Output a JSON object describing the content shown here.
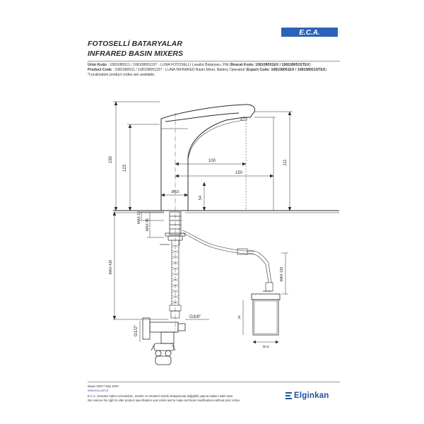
{
  "header": {
    "title_tr": "FOTOSELLİ BATARYALAR",
    "title_en": "INFRARED BASIN MIXERS",
    "logo_text": "E.C.A."
  },
  "info": {
    "tr_label": "Ürün Kodu",
    "tr_text": "1081080511 / 10810805115T - LUNA FOTOSELLİ Lavabo Bataryası, Pilli",
    "tr_export_label": "İhracat Kodu",
    "tr_export_codes": "108108051EX / 108108051STEX",
    "en_label": "Product Code",
    "en_text": "1081080511 / 10810805115T - LUNA INFRARED Basin Mixer, Battery Operated",
    "en_export_label": "Export Code",
    "en_export_codes": "108108051EX / 108108051STEX",
    "note": "*Localization product codes are available."
  },
  "dimensions": {
    "d100": "100",
    "d150": "150",
    "d150_vert": "150",
    "d123": "123",
    "d111": "111",
    "d54": "54",
    "d20": "Ø53",
    "max10": "MAX 10",
    "max45": "MAX 45",
    "max430": "MAX 430",
    "max130": "MAX 130",
    "g38": "G3/8\"",
    "g12": "G1/2\"",
    "box_w": "30.6",
    "box_h": "29"
  },
  "footer": {
    "date": "Mayıs 2020 / May 2020",
    "site": "www.eca.com.tr",
    "notice_tr": "E.C.A. önceden haber vermeksizin, ürünler ve ürünlerin teknik detaylarında değişiklik yapma hakkını saklı tutar.",
    "notice_en": "We reserve the right to alter product specification and colors and to make technical modifications without prior notice.",
    "brand": "Elginkan"
  },
  "colors": {
    "eca_blue": "#2b63b8",
    "elginkan_blue": "#1e4fa0"
  }
}
